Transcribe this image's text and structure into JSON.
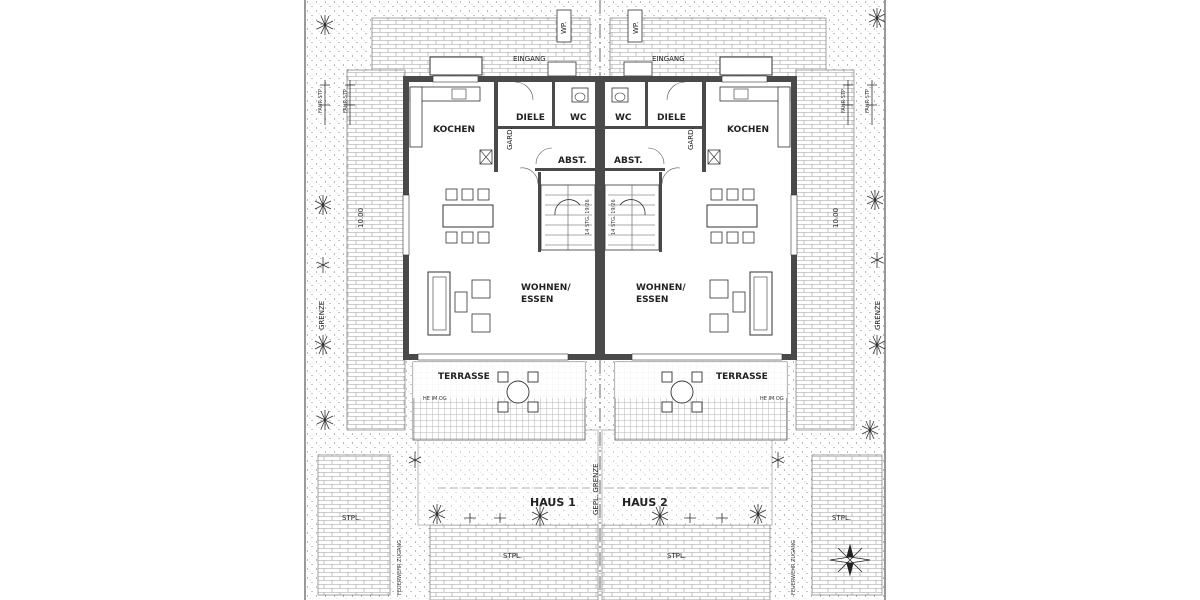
{
  "rooms": {
    "eingang": "EINGANG",
    "wc": "WC",
    "diele": "DIELE",
    "gard": "GARD.",
    "kochen": "KOCHEN",
    "abst": "ABST.",
    "wohnen_1": "WOHNEN/",
    "wohnen_2": "ESSEN",
    "terrasse": "TERRASSE",
    "stairs": "14 STG. 19/26"
  },
  "houses": {
    "haus1": "HAUS 1",
    "haus2": "HAUS 2"
  },
  "site": {
    "dimension": "10.00",
    "grenze": "GRENZE",
    "gepl_grenze": "GEPL. GRENZE",
    "stpl": "STPL.",
    "wp": "WP.",
    "fahr_stp": "FAHR-STP",
    "feuerwehr": "FEUERWEHR ZUGANG",
    "height_mark": "HE IM OG"
  }
}
